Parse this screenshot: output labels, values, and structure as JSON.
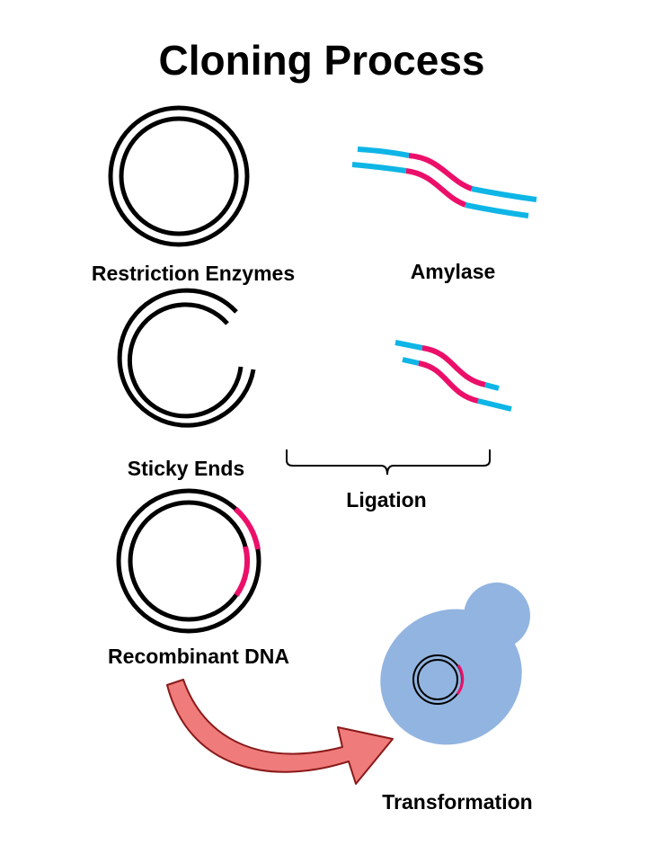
{
  "title": "Cloning Process",
  "labels": {
    "restriction": "Restriction Enzymes",
    "amylase": "Amylase",
    "sticky": "Sticky Ends",
    "ligation": "Ligation",
    "recombinant": "Recombinant DNA",
    "transformation": "Transformation"
  },
  "colors": {
    "dna_strand": "#000000",
    "gene_insert": "#ec0f6a",
    "gene_flank": "#0eb5e6",
    "cell": "#92b4e0",
    "arrow_fill": "#f07b7b",
    "arrow_stroke": "#8a1a1a"
  }
}
